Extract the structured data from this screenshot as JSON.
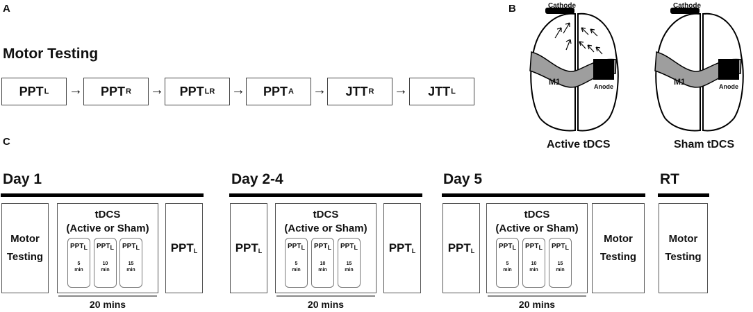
{
  "panels": {
    "a": "A",
    "b": "B",
    "c": "C"
  },
  "motor_testing_heading": "Motor Testing",
  "sequence": [
    {
      "main": "PPT",
      "sub": "L"
    },
    {
      "main": "PPT",
      "sub": "R"
    },
    {
      "main": "PPT",
      "sub": "LR"
    },
    {
      "main": "PPT",
      "sub": "A"
    },
    {
      "main": "JTT",
      "sub": "R"
    },
    {
      "main": "JTT",
      "sub": "L"
    }
  ],
  "arrow": "→",
  "brain_active": {
    "cathode": "Cathode",
    "anode": "Anode",
    "m1": "M1",
    "caption": "Active tDCS"
  },
  "brain_sham": {
    "cathode": "Cathode",
    "anode": "Anode",
    "m1": "M1",
    "caption": "Sham tDCS"
  },
  "days": [
    {
      "title": "Day 1"
    },
    {
      "title": "Day 2-4"
    },
    {
      "title": "Day 5"
    },
    {
      "title": "RT"
    }
  ],
  "motor_testing_line1": "Motor",
  "motor_testing_line2": "Testing",
  "ppt": {
    "main": "PPT",
    "sub": "L"
  },
  "tdcs_line1": "tDCS",
  "tdcs_line2": "(Active or Sham)",
  "mini_boxes": [
    {
      "main": "PPT",
      "sub": "L",
      "num": "5",
      "unit": "min"
    },
    {
      "main": "PPT",
      "sub": "L",
      "num": "10",
      "unit": "min"
    },
    {
      "main": "PPT",
      "sub": "L",
      "num": "15",
      "unit": "min"
    }
  ],
  "duration": "20 mins",
  "colors": {
    "m1_band": "#9e9e9e",
    "electrode": "#000000",
    "bar": "#000000",
    "duration_line": "#888888"
  }
}
